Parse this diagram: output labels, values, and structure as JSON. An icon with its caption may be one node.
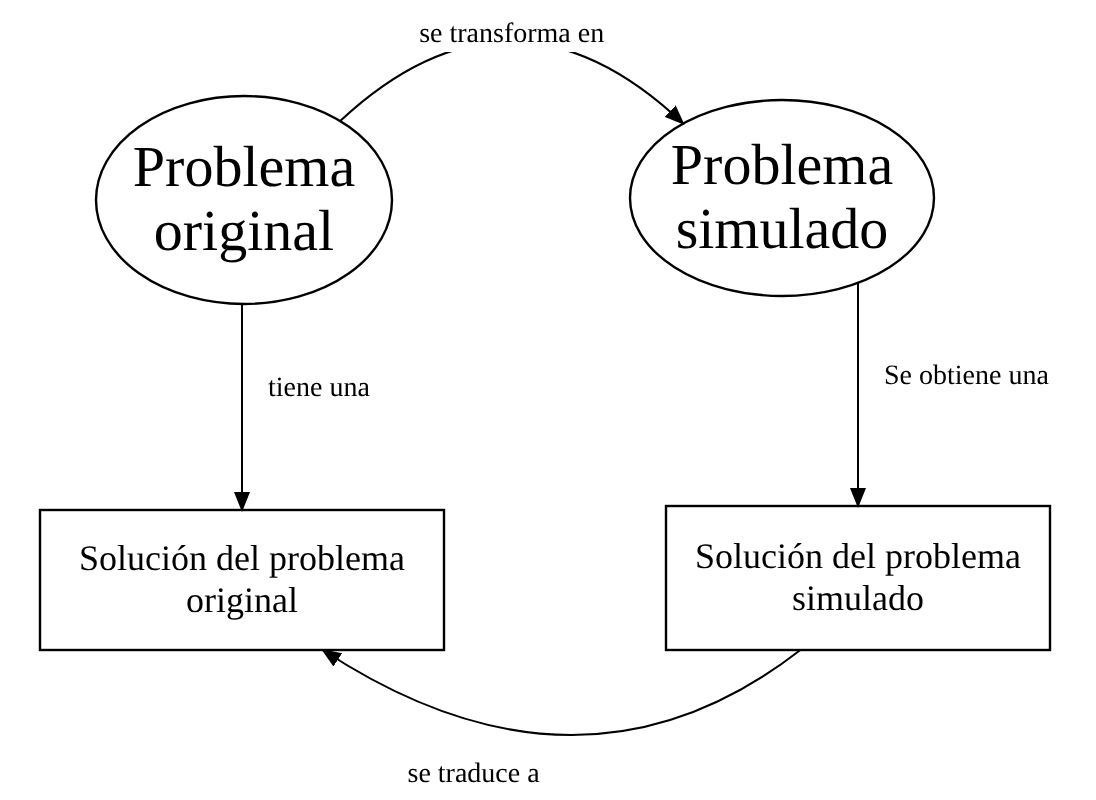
{
  "diagram": {
    "nodes": [
      {
        "text": [
          "Problema original"
        ]
      },
      {
        "text": [
          "Problema simulado"
        ]
      },
      {
        "text": [
          "Solución del problema original"
        ]
      },
      {
        "text": [
          "Solución del problema simulado"
        ]
      }
    ],
    "edges": [
      {
        "from": 0,
        "to": 1,
        "arrow": "to",
        "label": "se transforma en"
      },
      {
        "from": 0,
        "to": 2,
        "arrow": "to",
        "label": "tiene una"
      },
      {
        "from": 1,
        "to": 3,
        "arrow": "to",
        "label": "Se obtiene una"
      },
      {
        "from": 3,
        "to": 2,
        "arrow": "to",
        "label": "se traduce a"
      }
    ]
  }
}
